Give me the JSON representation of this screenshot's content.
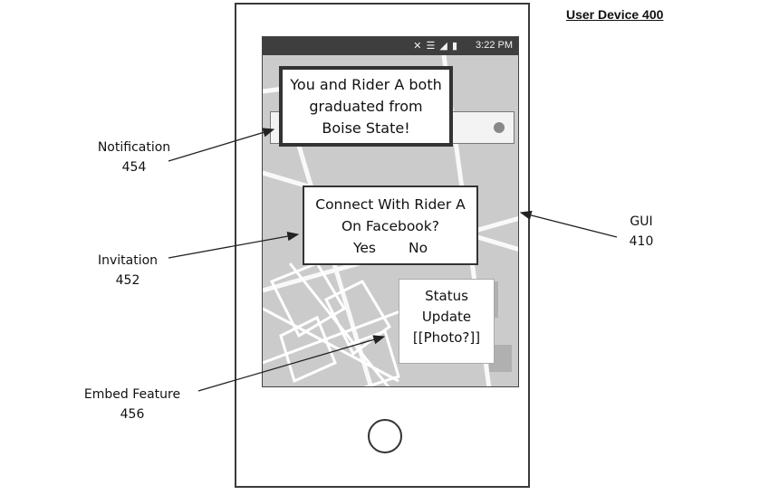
{
  "title": "User Device 400",
  "status_bar": {
    "icons": "✕ ☰ ◢ ▮",
    "time": "3:22 PM"
  },
  "notification": {
    "lines": [
      "You and Rider A both",
      "graduated from",
      "Boise State!"
    ]
  },
  "invitation": {
    "lines": [
      "Connect With Rider A",
      "On Facebook?"
    ],
    "yes": "Yes",
    "no": "No"
  },
  "embed": {
    "lines": [
      "Status",
      "Update",
      "[[Photo?]]"
    ]
  },
  "labels": {
    "notification": {
      "name": "Notification",
      "number": "454"
    },
    "invitation": {
      "name": "Invitation",
      "number": "452"
    },
    "embed": {
      "name": "Embed Feature",
      "number": "456"
    },
    "gui": {
      "name": "GUI",
      "number": "410"
    }
  },
  "icons": {
    "home": "home-button-icon",
    "search_action": "location-dot-icon"
  }
}
